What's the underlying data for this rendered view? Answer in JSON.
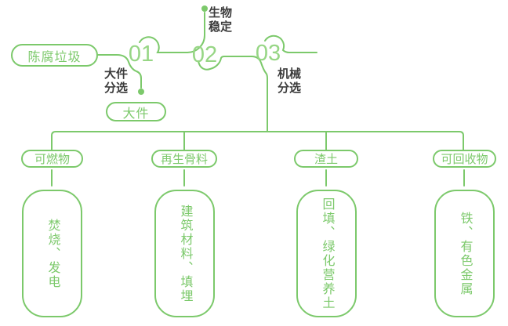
{
  "colors": {
    "accent": "#7cc96b",
    "number": "#97d685",
    "text": "#3c3c3c",
    "bg": "#ffffff"
  },
  "flow": {
    "source": "陈腐垃圾",
    "steps": [
      {
        "number": "01",
        "label": "大件\n分选"
      },
      {
        "number": "02",
        "label": "生物\n稳定"
      },
      {
        "number": "03",
        "label": "机械\n分选"
      }
    ],
    "bulky_output": "大件"
  },
  "branches": [
    {
      "category": "可燃物",
      "detail": "焚烧、发电"
    },
    {
      "category": "再生骨料",
      "detail": "建筑材料、填埋"
    },
    {
      "category": "渣土",
      "detail": "回填、绿化营养土"
    },
    {
      "category": "可回收物",
      "detail": "铁、有色金属"
    }
  ]
}
